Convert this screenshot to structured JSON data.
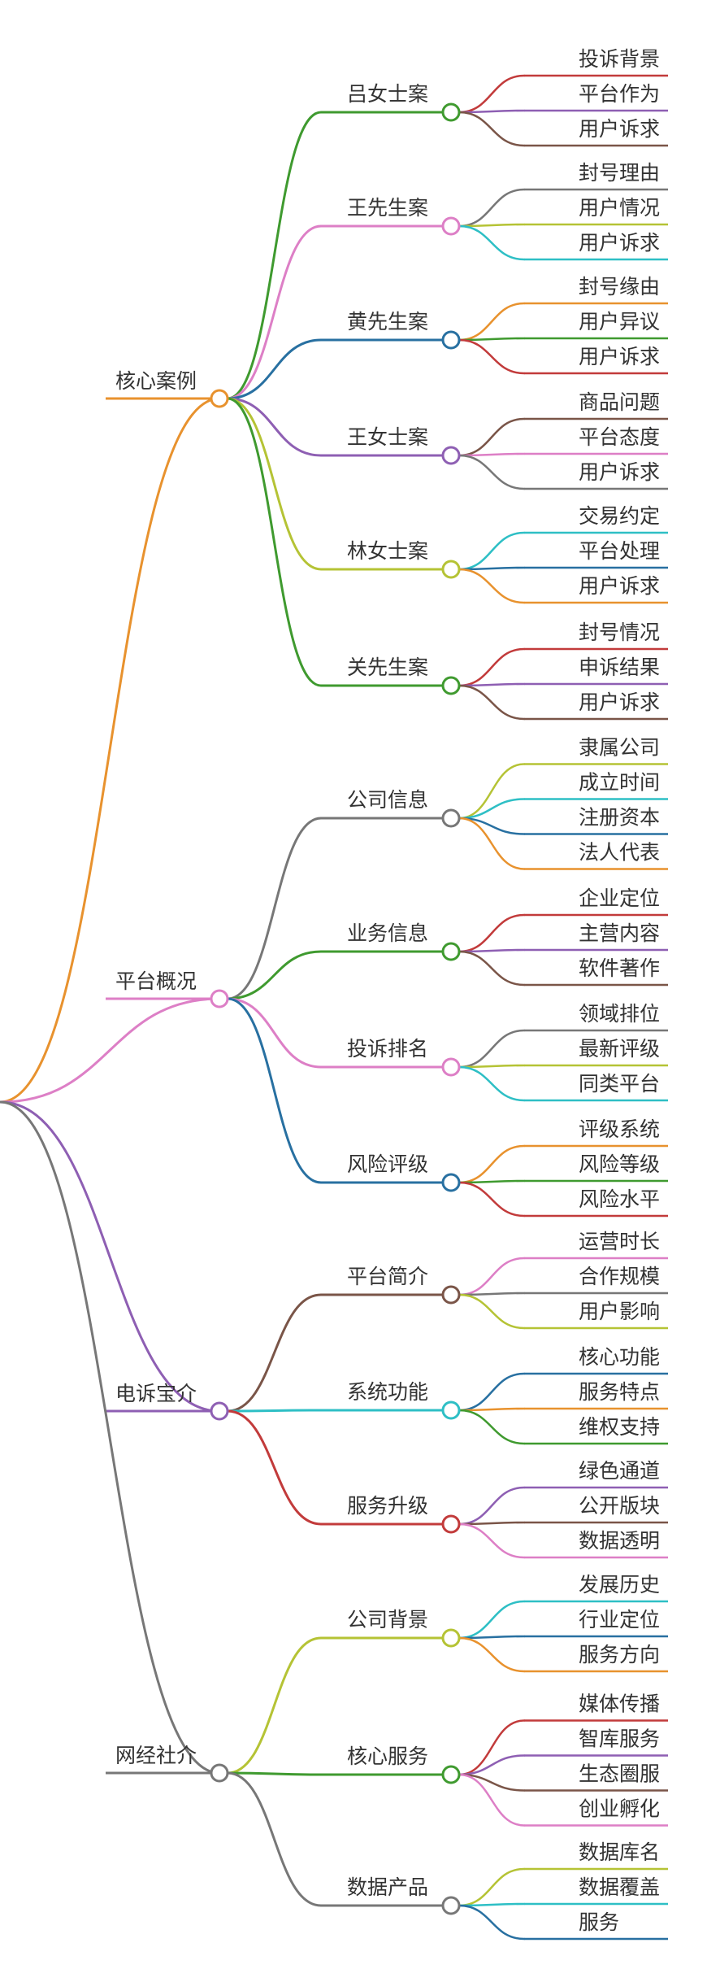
{
  "mindmap": {
    "branches": [
      {
        "label": "核心案例",
        "color": "#e8922e",
        "children": [
          {
            "label": "吕女士案",
            "color": "#3f9a2f",
            "leaves": [
              {
                "label": "投诉背景",
                "color": "#c23b3b"
              },
              {
                "label": "平台作为",
                "color": "#8e5fb3"
              },
              {
                "label": "用户诉求",
                "color": "#7a5548"
              }
            ]
          },
          {
            "label": "王先生案",
            "color": "#dd7fc6",
            "leaves": [
              {
                "label": "封号理由",
                "color": "#777777"
              },
              {
                "label": "用户情况",
                "color": "#b5c335"
              },
              {
                "label": "用户诉求",
                "color": "#2ebfc5"
              }
            ]
          },
          {
            "label": "黄先生案",
            "color": "#2870a1",
            "leaves": [
              {
                "label": "封号缘由",
                "color": "#e8922e"
              },
              {
                "label": "用户异议",
                "color": "#3f9a2f"
              },
              {
                "label": "用户诉求",
                "color": "#c23b3b"
              }
            ]
          },
          {
            "label": "王女士案",
            "color": "#8e5fb3",
            "leaves": [
              {
                "label": "商品问题",
                "color": "#7a5548"
              },
              {
                "label": "平台态度",
                "color": "#dd7fc6"
              },
              {
                "label": "用户诉求",
                "color": "#777777"
              }
            ]
          },
          {
            "label": "林女士案",
            "color": "#b5c335",
            "leaves": [
              {
                "label": "交易约定",
                "color": "#2ebfc5"
              },
              {
                "label": "平台处理",
                "color": "#2870a1"
              },
              {
                "label": "用户诉求",
                "color": "#e8922e"
              }
            ]
          },
          {
            "label": "关先生案",
            "color": "#3f9a2f",
            "leaves": [
              {
                "label": "封号情况",
                "color": "#c23b3b"
              },
              {
                "label": "申诉结果",
                "color": "#8e5fb3"
              },
              {
                "label": "用户诉求",
                "color": "#7a5548"
              }
            ]
          }
        ]
      },
      {
        "label": "平台概况",
        "color": "#dd7fc6",
        "children": [
          {
            "label": "公司信息",
            "color": "#777777",
            "leaves": [
              {
                "label": "隶属公司",
                "color": "#b5c335"
              },
              {
                "label": "成立时间",
                "color": "#2ebfc5"
              },
              {
                "label": "注册资本",
                "color": "#2870a1"
              },
              {
                "label": "法人代表",
                "color": "#e8922e"
              }
            ]
          },
          {
            "label": "业务信息",
            "color": "#3f9a2f",
            "leaves": [
              {
                "label": "企业定位",
                "color": "#c23b3b"
              },
              {
                "label": "主营内容",
                "color": "#8e5fb3"
              },
              {
                "label": "软件著作",
                "color": "#7a5548"
              }
            ]
          },
          {
            "label": "投诉排名",
            "color": "#dd7fc6",
            "leaves": [
              {
                "label": "领域排位",
                "color": "#777777"
              },
              {
                "label": "最新评级",
                "color": "#b5c335"
              },
              {
                "label": "同类平台",
                "color": "#2ebfc5"
              }
            ]
          },
          {
            "label": "风险评级",
            "color": "#2870a1",
            "leaves": [
              {
                "label": "评级系统",
                "color": "#e8922e"
              },
              {
                "label": "风险等级",
                "color": "#3f9a2f"
              },
              {
                "label": "风险水平",
                "color": "#c23b3b"
              }
            ]
          }
        ]
      },
      {
        "label": "电诉宝介",
        "color": "#8e5fb3",
        "children": [
          {
            "label": "平台简介",
            "color": "#7a5548",
            "leaves": [
              {
                "label": "运营时长",
                "color": "#dd7fc6"
              },
              {
                "label": "合作规模",
                "color": "#777777"
              },
              {
                "label": "用户影响",
                "color": "#b5c335"
              }
            ]
          },
          {
            "label": "系统功能",
            "color": "#2ebfc5",
            "leaves": [
              {
                "label": "核心功能",
                "color": "#2870a1"
              },
              {
                "label": "服务特点",
                "color": "#e8922e"
              },
              {
                "label": "维权支持",
                "color": "#3f9a2f"
              }
            ]
          },
          {
            "label": "服务升级",
            "color": "#c23b3b",
            "leaves": [
              {
                "label": "绿色通道",
                "color": "#8e5fb3"
              },
              {
                "label": "公开版块",
                "color": "#7a5548"
              },
              {
                "label": "数据透明",
                "color": "#dd7fc6"
              }
            ]
          }
        ]
      },
      {
        "label": "网经社介",
        "color": "#777777",
        "children": [
          {
            "label": "公司背景",
            "color": "#b5c335",
            "leaves": [
              {
                "label": "发展历史",
                "color": "#2ebfc5"
              },
              {
                "label": "行业定位",
                "color": "#2870a1"
              },
              {
                "label": "服务方向",
                "color": "#e8922e"
              }
            ]
          },
          {
            "label": "核心服务",
            "color": "#3f9a2f",
            "leaves": [
              {
                "label": "媒体传播",
                "color": "#c23b3b"
              },
              {
                "label": "智库服务",
                "color": "#8e5fb3"
              },
              {
                "label": "生态圈服",
                "color": "#7a5548"
              },
              {
                "label": "创业孵化",
                "color": "#dd7fc6"
              }
            ]
          },
          {
            "label": "数据产品",
            "color": "#777777",
            "leaves": [
              {
                "label": "数据库名",
                "color": "#b5c335"
              },
              {
                "label": "数据覆盖",
                "color": "#2ebfc5"
              },
              {
                "label": "服务",
                "color": "#2870a1"
              }
            ]
          }
        ]
      }
    ]
  }
}
